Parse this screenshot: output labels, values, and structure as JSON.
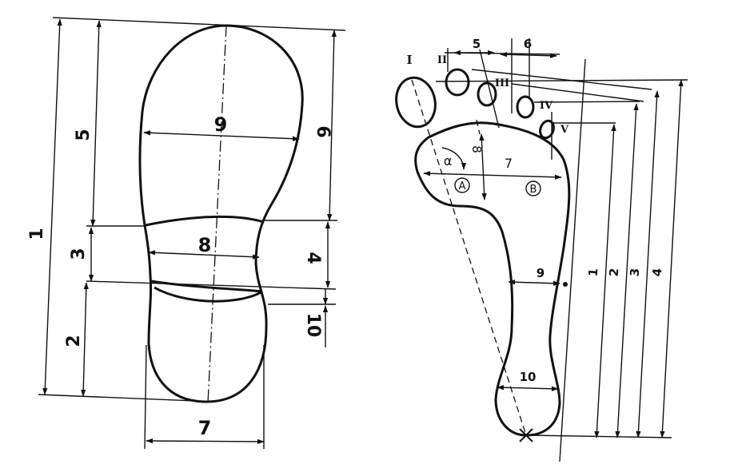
{
  "left_figure": {
    "labels": {
      "d1": "1",
      "d2": "2",
      "d3": "3",
      "d4": "4",
      "d5": "5",
      "d6": "6",
      "d7": "7",
      "d8": "8",
      "d9": "9",
      "d10": "10"
    }
  },
  "right_figure": {
    "labels": {
      "d1": "1",
      "d2": "2",
      "d3": "3",
      "d4": "4",
      "d5": "5",
      "d6": "6",
      "d7": "7",
      "d8": "8",
      "d9": "9",
      "d10": "10",
      "alpha": "α",
      "point_a": "A",
      "point_b": "B"
    },
    "toes": [
      "I",
      "II",
      "III",
      "IV",
      "V"
    ]
  }
}
